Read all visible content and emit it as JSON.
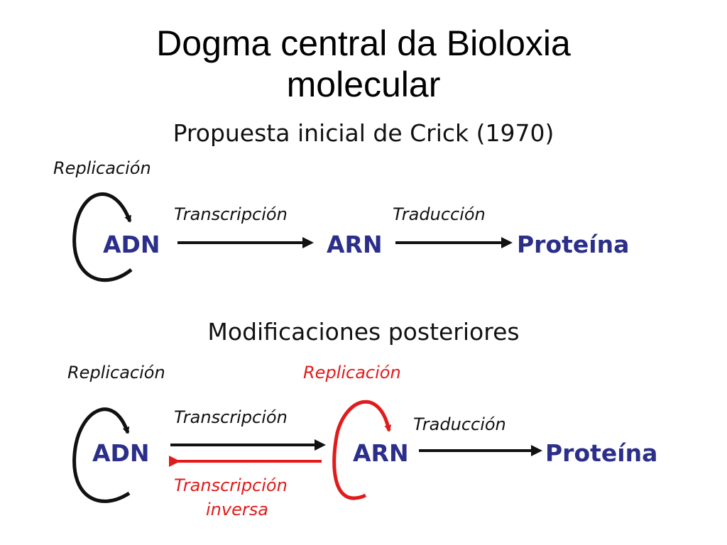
{
  "slide": {
    "title_line1": "Dogma central da Bioloxia",
    "title_line2": "molecular"
  },
  "top_section": {
    "heading": "Propuesta inicial de Crick (1970)",
    "replication_label": "Replicación",
    "transcription_label": "Transcripción",
    "translation_label": "Traducción",
    "nodes": {
      "dna": "ADN",
      "rna": "ARN",
      "protein": "Proteína"
    }
  },
  "bottom_section": {
    "heading": "Modificaciones posteriores",
    "replication_label": "Replicación",
    "rna_replication_label": "Replicación",
    "transcription_label": "Transcripción",
    "reverse_transcription_label_line1": "Transcripción",
    "reverse_transcription_label_line2": "inversa",
    "translation_label": "Traducción",
    "nodes": {
      "dna": "ADN",
      "rna": "ARN",
      "protein": "Proteína"
    }
  },
  "colors": {
    "node_text": "#2b2f8a",
    "arrow_black": "#111111",
    "arrow_red": "#e11b1b"
  }
}
